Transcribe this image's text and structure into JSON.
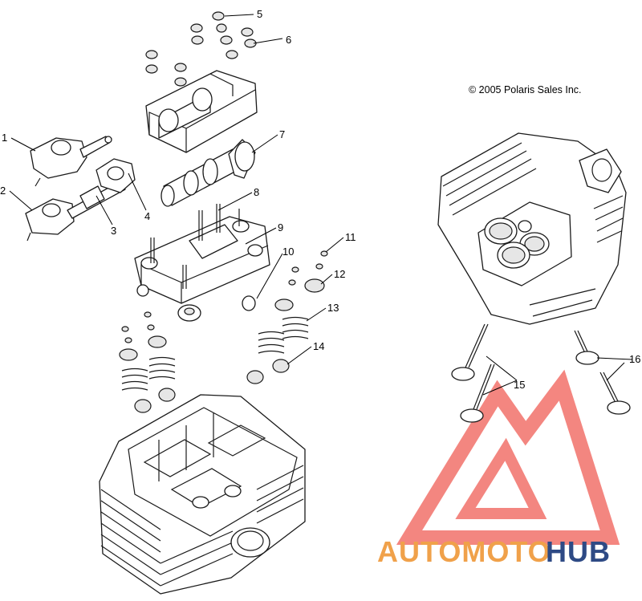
{
  "copyright": "© 2005 Polaris Sales Inc.",
  "watermark": {
    "part1": "AUTOMOTO",
    "part2": "HUB",
    "color1": "#f0a14a",
    "color2": "#2e4a85",
    "logo_color": "#f2716a"
  },
  "callouts": [
    {
      "id": "1",
      "label": "1"
    },
    {
      "id": "2",
      "label": "2"
    },
    {
      "id": "3",
      "label": "3"
    },
    {
      "id": "4",
      "label": "4"
    },
    {
      "id": "5",
      "label": "5"
    },
    {
      "id": "6",
      "label": "6"
    },
    {
      "id": "7",
      "label": "7"
    },
    {
      "id": "8",
      "label": "8"
    },
    {
      "id": "9",
      "label": "9"
    },
    {
      "id": "10",
      "label": "10"
    },
    {
      "id": "11",
      "label": "11"
    },
    {
      "id": "12",
      "label": "12"
    },
    {
      "id": "13",
      "label": "13"
    },
    {
      "id": "14",
      "label": "14"
    },
    {
      "id": "15",
      "label": "15"
    },
    {
      "id": "16",
      "label": "16"
    }
  ]
}
